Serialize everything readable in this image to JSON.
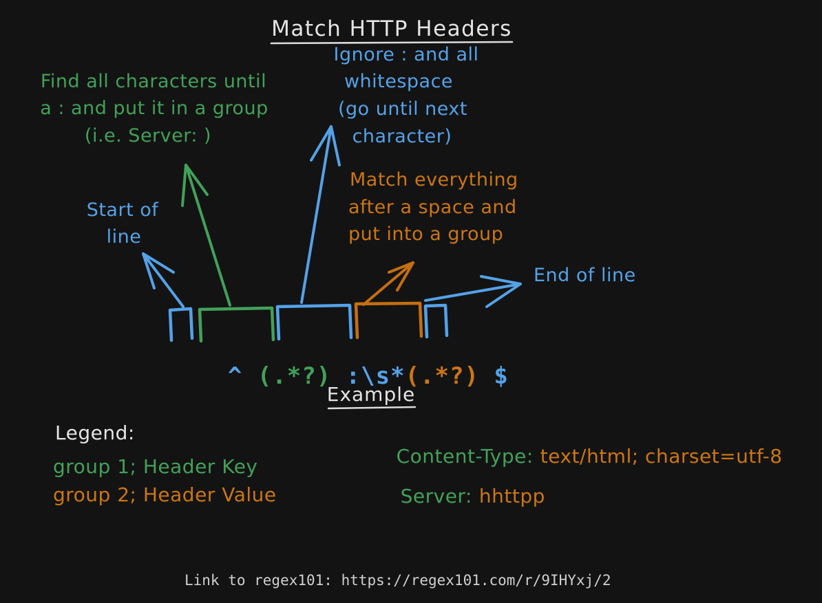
{
  "title": "Match HTTP Headers",
  "palette": {
    "background": "#131313",
    "blue": "#54a2e8",
    "green": "#42a159",
    "orange": "#cc7612",
    "white": "#e4e4e4",
    "footer_gray": "#d0d0d0"
  },
  "notes": {
    "ignore_whitespace": {
      "color": "blue",
      "lines": [
        "Ignore : and all",
        "whitespace",
        "(go until next",
        "character)"
      ]
    },
    "find_characters": {
      "color": "green",
      "lines": [
        "Find all characters until",
        "a : and put it in a group",
        "(i.e. Server: )"
      ]
    },
    "start_of_line": {
      "color": "blue",
      "lines": [
        "Start of",
        "line"
      ]
    },
    "match_everything": {
      "color": "orange",
      "lines": [
        "Match everything",
        "after a space and",
        "put into a group"
      ]
    },
    "end_of_line": {
      "color": "blue",
      "lines": [
        "End of line"
      ]
    }
  },
  "regex": {
    "full": "^ (.*?) :\\s*(.*?) $",
    "segments": [
      {
        "text": "^ ",
        "color": "blue",
        "meaning": "start of line"
      },
      {
        "text": "(.*?)",
        "color": "green",
        "meaning": "group 1: header key"
      },
      {
        "text": " :\\s*",
        "color": "blue",
        "meaning": "colon and whitespace"
      },
      {
        "text": "(.*?)",
        "color": "orange",
        "meaning": "group 2: header value"
      },
      {
        "text": " $",
        "color": "blue",
        "meaning": "end of line"
      }
    ]
  },
  "example": {
    "heading": "Example",
    "rows": [
      {
        "key": "Content-Type:",
        "value": "text/html; charset=utf-8"
      },
      {
        "key": "Server:",
        "value": "hhttpp"
      }
    ]
  },
  "legend": {
    "label": "Legend:",
    "items": [
      {
        "text": "group 1; Header Key",
        "color": "green"
      },
      {
        "text": "group 2; Header Value",
        "color": "orange"
      }
    ]
  },
  "footer": "Link to regex101: https://regex101.com/r/9IHYxj/2"
}
